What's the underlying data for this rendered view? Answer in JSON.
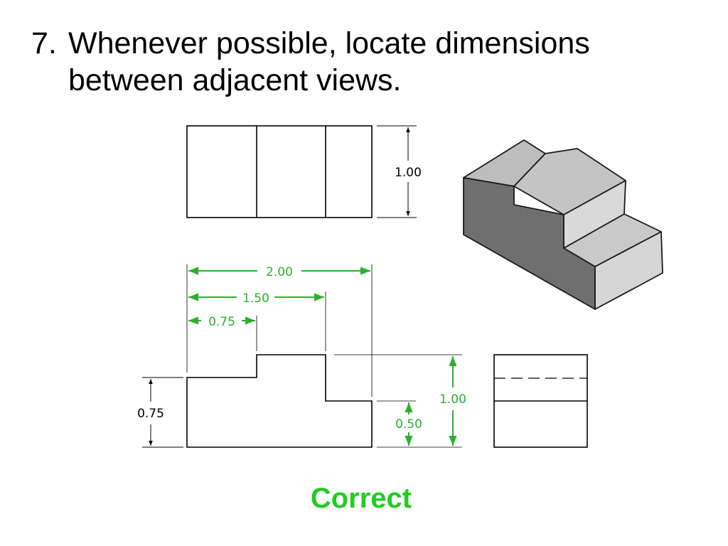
{
  "slide": {
    "number": "7.",
    "title_line1": "Whenever possible, locate dimensions",
    "title_line2": "between adjacent views.",
    "verdict": "Correct"
  },
  "dimensions": {
    "top_height": "1.00",
    "overall_width": "2.00",
    "step_width": "1.50",
    "short_width": "0.75",
    "left_height": "0.75",
    "right_total_height": "1.00",
    "right_step_height": "0.50"
  },
  "colors": {
    "dimension_green": "#2db02d",
    "verdict_green": "#22cc22",
    "line_black": "#000000",
    "iso_light": "#d6d6d6",
    "iso_top": "#bdbdbd",
    "iso_dark": "#6f6f6f"
  }
}
